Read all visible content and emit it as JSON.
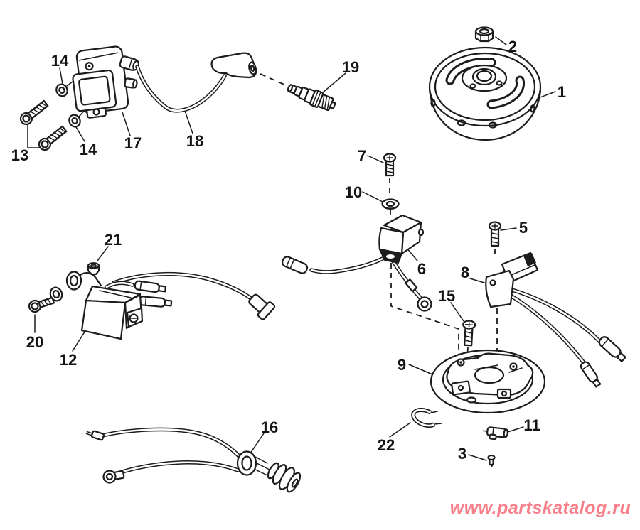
{
  "diagram": {
    "callouts": [
      {
        "label": "14"
      },
      {
        "label": "13"
      },
      {
        "label": "14"
      },
      {
        "label": "17"
      },
      {
        "label": "18"
      },
      {
        "label": "19"
      },
      {
        "label": "2"
      },
      {
        "label": "1"
      },
      {
        "label": "7"
      },
      {
        "label": "10"
      },
      {
        "label": "6"
      },
      {
        "label": "5"
      },
      {
        "label": "8"
      },
      {
        "label": "15"
      },
      {
        "label": "9"
      },
      {
        "label": "22"
      },
      {
        "label": "11"
      },
      {
        "label": "3"
      },
      {
        "label": "20"
      },
      {
        "label": "12"
      },
      {
        "label": "21"
      },
      {
        "label": "16"
      }
    ]
  },
  "watermark": {
    "text": "www.partskatalog.ru",
    "color": "#f8808b"
  }
}
